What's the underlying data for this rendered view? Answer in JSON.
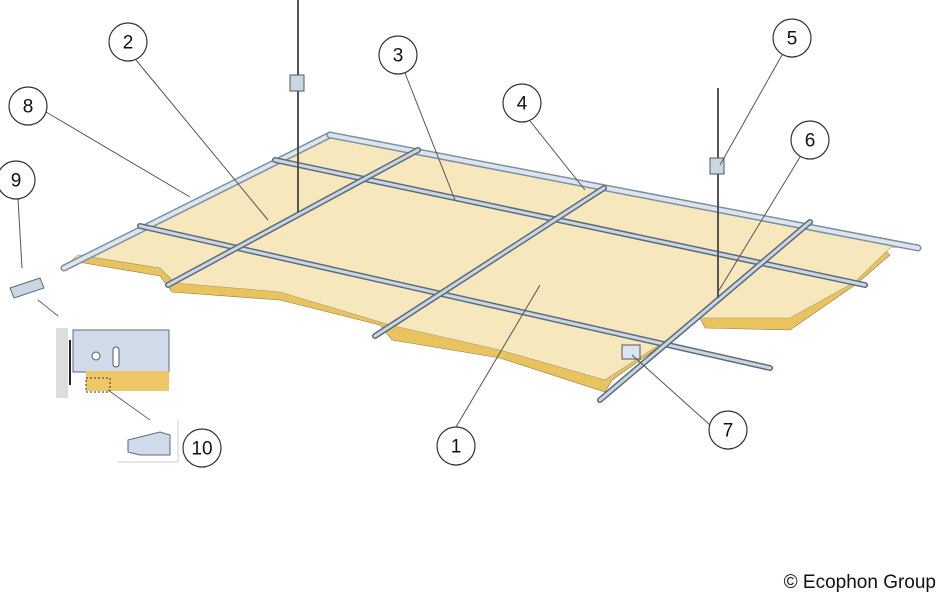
{
  "callouts": [
    {
      "label": "1"
    },
    {
      "label": "2"
    },
    {
      "label": "3"
    },
    {
      "label": "4"
    },
    {
      "label": "5"
    },
    {
      "label": "6"
    },
    {
      "label": "7"
    },
    {
      "label": "8"
    },
    {
      "label": "9"
    },
    {
      "label": "10"
    }
  ],
  "copyright": "© Ecophon Group",
  "colors": {
    "panel": "#f7e7bd",
    "panel_edge": "#e9c45e",
    "profile": "#c9d6e4",
    "profile_dark": "#7f8fa0"
  }
}
